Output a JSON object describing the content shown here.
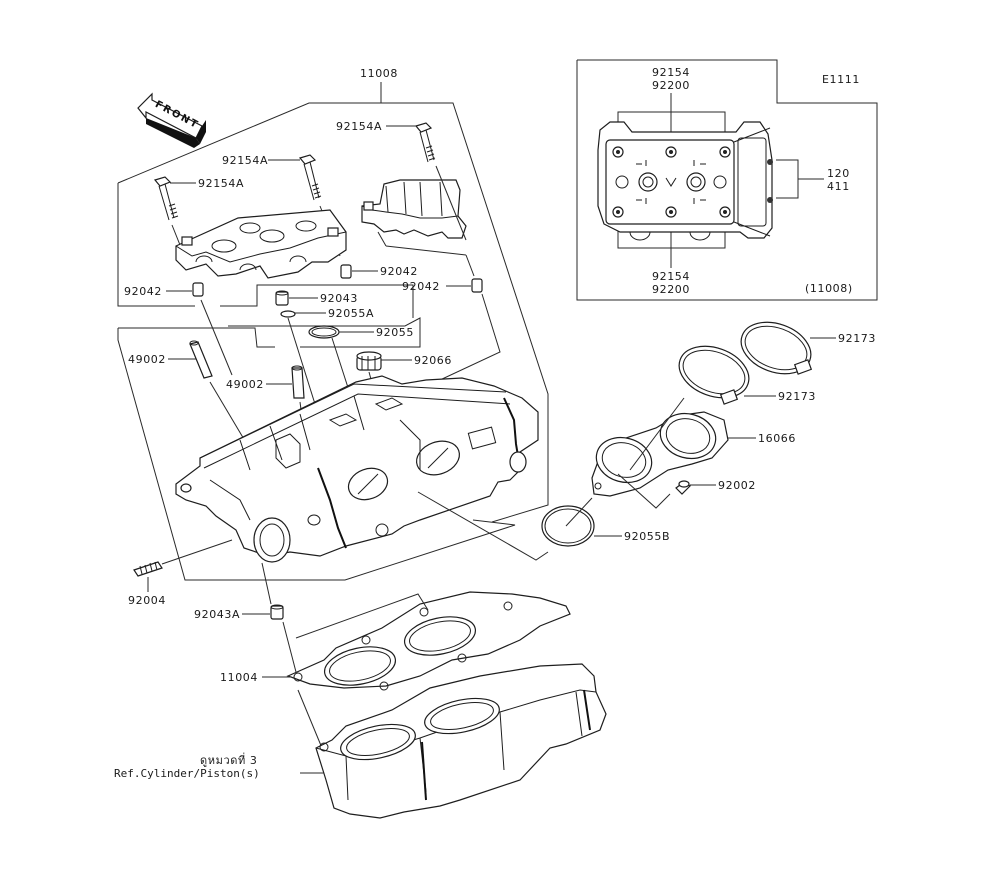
{
  "diagram": {
    "orientation_badge": "FRONT",
    "main_assembly_number": "11008",
    "inset": {
      "code": "E1111",
      "top_callout": [
        "92154",
        "92200"
      ],
      "bottom_callout": [
        "92154",
        "92200"
      ],
      "side_callout": [
        "120",
        "411"
      ],
      "reference": "(11008)"
    },
    "callouts": {
      "bolt_right": "92154A",
      "bolt_middle": "92154A",
      "bolt_left": "92154A",
      "dowel_left": "92042",
      "dowel_middle": "92042",
      "dowel_right": "92042",
      "dowel_pin": "92043",
      "oring_small": "92055A",
      "oring_large": "92055",
      "plug": "92066",
      "guide_left": "49002",
      "guide_right": "49002",
      "stud": "92004",
      "dowel_lower": "92043A",
      "head_gasket": "11004",
      "clamp_upper": "92173",
      "clamp_lower": "92173",
      "holder": "16066",
      "screw": "92002",
      "oring_holder": "92055B"
    },
    "cross_reference": {
      "thai_line": "ดูหมวดที่ 3",
      "english_line": "Ref.Cylinder/Piston(s)"
    }
  }
}
